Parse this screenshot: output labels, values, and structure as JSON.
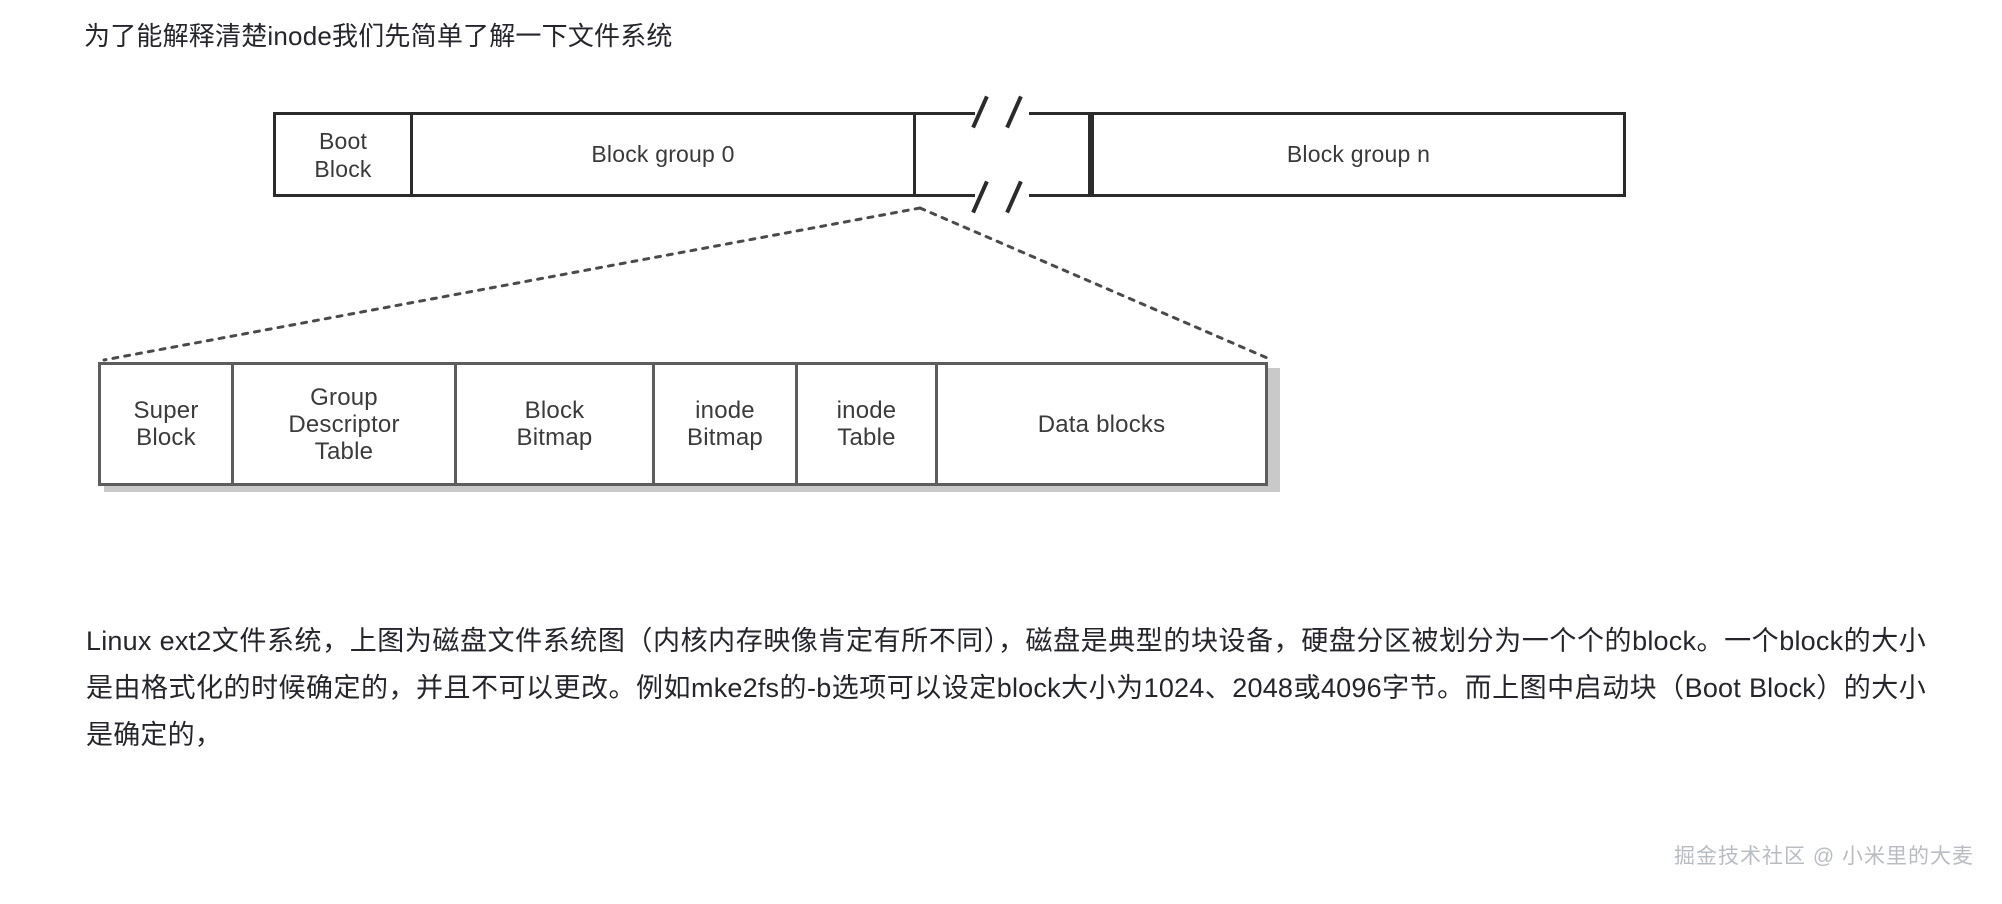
{
  "intro": {
    "text": "为了能解释清楚inode我们先简单了解一下文件系统"
  },
  "figure": {
    "disk_layout": {
      "cells": [
        {
          "label": "Boot\nBlock",
          "name": "boot-block"
        },
        {
          "label": "Block group 0",
          "name": "block-group-0"
        },
        {
          "label": "",
          "name": "block-group-gap"
        },
        {
          "label": "Block group n",
          "name": "block-group-n"
        }
      ]
    },
    "block_group_detail": {
      "cells": [
        {
          "label": "Super\nBlock",
          "name": "super-block"
        },
        {
          "label": "Group\nDescriptor\nTable",
          "name": "group-descriptor-table"
        },
        {
          "label": "Block\nBitmap",
          "name": "block-bitmap"
        },
        {
          "label": "inode\nBitmap",
          "name": "inode-bitmap"
        },
        {
          "label": "inode\nTable",
          "name": "inode-table"
        },
        {
          "label": "Data blocks",
          "name": "data-blocks"
        }
      ]
    }
  },
  "body": {
    "paragraph": "Linux ext2文件系统，上图为磁盘文件系统图（内核内存映像肯定有所不同），磁盘是典型的块设备，硬盘分区被划分为一个个的block。一个block的大小是由格式化的时候确定的，并且不可以更改。例如mke2fs的-b选项可以设定block大小为1024、2048或4096字节。而上图中启动块（Boot Block）的大小是确定的，"
  },
  "watermark": {
    "text": "掘金技术社区 @ 小米里的大麦"
  },
  "colors": {
    "text": "#24262b",
    "diagram_stroke_dark": "#2b2b2b",
    "diagram_stroke_light": "#5d5d5d",
    "watermark": "#b9bcc2",
    "background": "#ffffff"
  }
}
